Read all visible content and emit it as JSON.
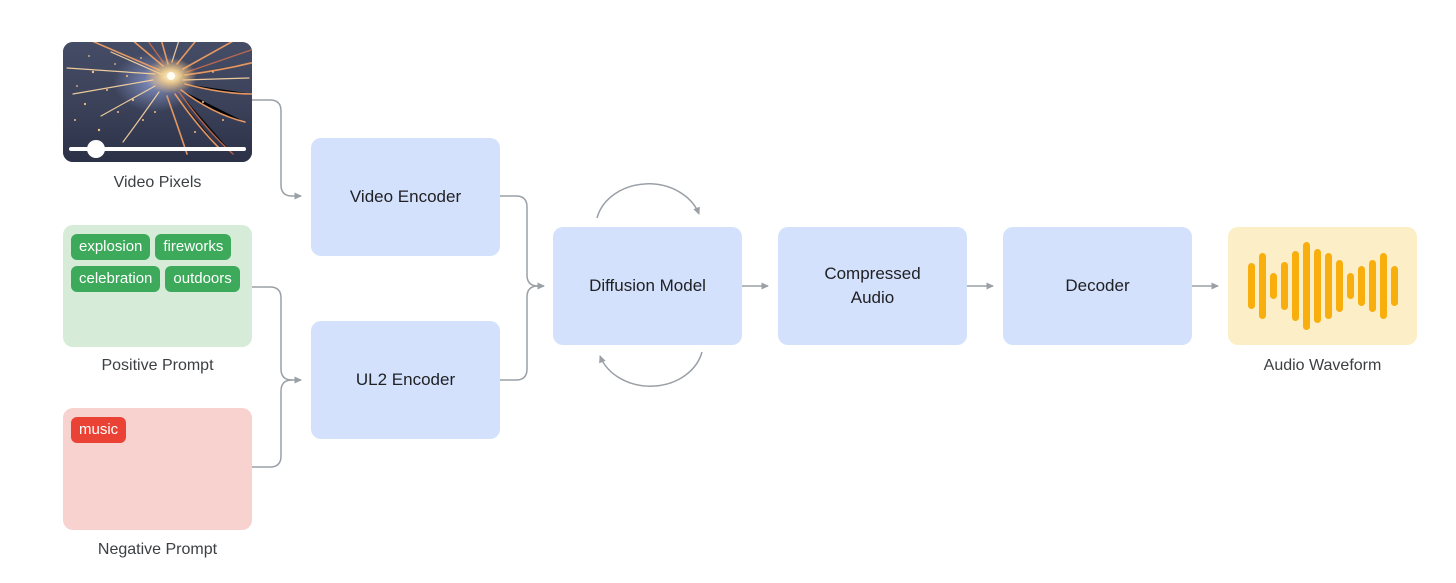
{
  "diagram_title": "video-to-audio diffusion pipeline",
  "colors": {
    "node_fill": "#d3e1fc",
    "node_text": "#202124",
    "positive_prompt_fill": "#d6ecd8",
    "positive_tag": "#3caa5a",
    "negative_prompt_fill": "#f8d2ce",
    "negative_tag": "#ea4335",
    "waveform_box_fill": "#fcefc7",
    "waveform_bar": "#f8ae0d",
    "arrow": "#9aa0a6",
    "label_text": "#3c4043"
  },
  "inputs": {
    "video": {
      "label": "Video Pixels"
    },
    "positive_prompt": {
      "label": "Positive Prompt",
      "tags": [
        "explosion",
        "fireworks",
        "celebration",
        "outdoors"
      ]
    },
    "negative_prompt": {
      "label": "Negative Prompt",
      "tags": [
        "music"
      ]
    }
  },
  "nodes": {
    "video_encoder": "Video Encoder",
    "ul2_encoder": "UL2 Encoder",
    "diffusion_model": "Diffusion Model",
    "compressed_audio": "Compressed Audio",
    "decoder": "Decoder"
  },
  "output": {
    "label": "Audio Waveform",
    "waveform_bars": [
      0.52,
      0.75,
      0.3,
      0.55,
      0.8,
      1.0,
      0.84,
      0.76,
      0.58,
      0.3,
      0.46,
      0.6,
      0.76,
      0.46
    ]
  }
}
